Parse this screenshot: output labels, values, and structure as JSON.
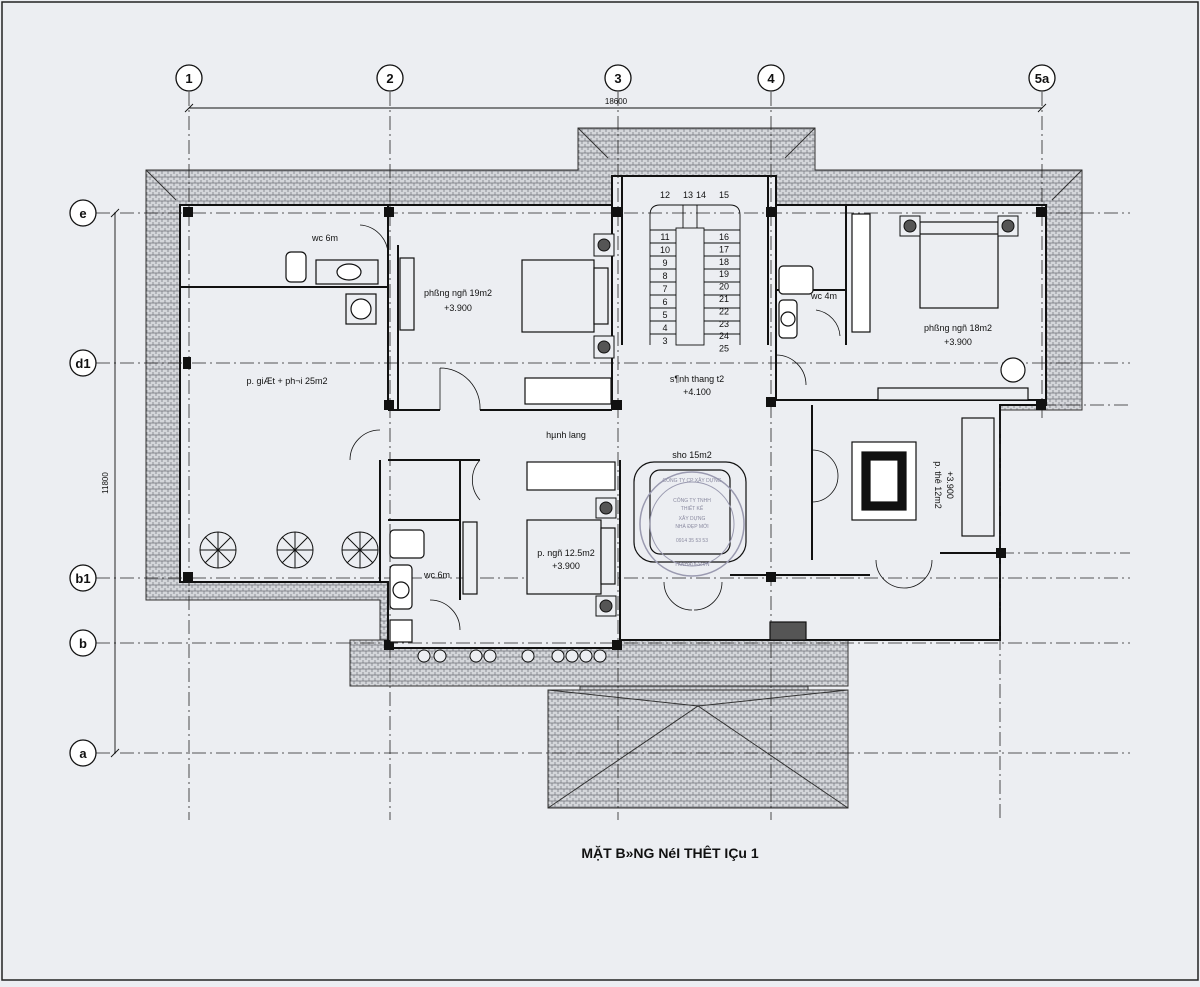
{
  "drawing": {
    "title": "MẶT B»NG NéI THÊT IÇu 1",
    "overall_dims": {
      "width": "18600",
      "depth": "11800"
    },
    "grid": {
      "columns": [
        "1",
        "2",
        "3",
        "4",
        "5a"
      ],
      "rows": [
        "e",
        "d1",
        "b1",
        "b",
        "a"
      ]
    },
    "rooms": [
      {
        "id": "wc-top-left",
        "label": "wc 6m"
      },
      {
        "id": "bedroom-19",
        "label": "phßng ngñ 19m2",
        "level": "+3.900"
      },
      {
        "id": "stair-hall",
        "label": "s¶nh thang t2",
        "level": "+4.100"
      },
      {
        "id": "wc-4",
        "label": "wc 4m"
      },
      {
        "id": "bedroom-18",
        "label": "phßng ngñ 18m2",
        "level": "+3.900"
      },
      {
        "id": "laundry",
        "label": "p. giÆt + ph¬i 25m2"
      },
      {
        "id": "corridor",
        "label": "hµnh lang"
      },
      {
        "id": "sho",
        "label": "sho 15m2"
      },
      {
        "id": "worship",
        "label": "p. thê 12m2",
        "level": "+3.900"
      },
      {
        "id": "bedroom-12-5",
        "label": "p. ngñ 12.5m2",
        "level": "+3.900"
      },
      {
        "id": "wc-bottom",
        "label": "wc 6m"
      }
    ],
    "stairs": {
      "left_steps": [
        "12",
        "11",
        "10",
        "9",
        "8",
        "7",
        "6",
        "5",
        "4",
        "3"
      ],
      "right_steps": [
        "15",
        "16",
        "17",
        "18",
        "19",
        "20",
        "21",
        "22",
        "23",
        "24",
        "25"
      ],
      "top_mid_steps": [
        "13",
        "14"
      ]
    },
    "stamp_lines": [
      "CÔNG TY CP XÂY DỰNG",
      "CÔNG TY TNHH",
      "THIẾT KẾ",
      "XÂY DỰNG",
      "NHÀ ĐẸP MỚI",
      "0914 35 53 53",
      "TKNHADEP.VN"
    ],
    "colors": {
      "background": "#eceef2",
      "line": "#111111",
      "grid_line": "#222222",
      "roof_fill": "#c9cbd0",
      "stamp": "#9a9ab0"
    }
  }
}
